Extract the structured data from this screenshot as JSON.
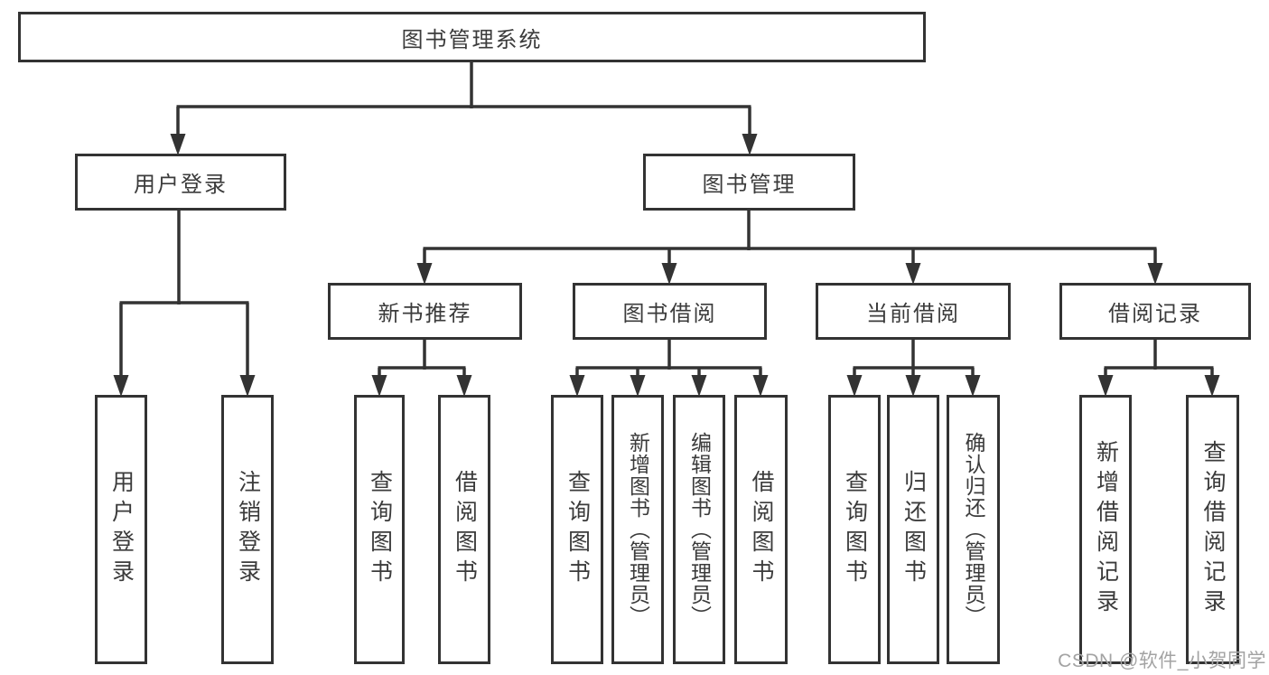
{
  "page": {
    "watermark": "CSDN @软件_小贺同学"
  },
  "colors": {
    "line": "#333333",
    "text": "#3b3b3b",
    "node_background": "#ffffff",
    "background": "#ffffff",
    "watermark": "#a3a3a3"
  },
  "diagram": {
    "type": "hierarchy-tree",
    "root": {
      "label": "图书管理系统",
      "children": [
        {
          "label": "用户登录",
          "children": [
            {
              "label": "用户登录"
            },
            {
              "label": "注销登录"
            }
          ]
        },
        {
          "label": "图书管理",
          "children": [
            {
              "label": "新书推荐",
              "children": [
                {
                  "label": "查询图书"
                },
                {
                  "label": "借阅图书"
                }
              ]
            },
            {
              "label": "图书借阅",
              "children": [
                {
                  "label": "查询图书"
                },
                {
                  "label": "新增图书（管理员）"
                },
                {
                  "label": "编辑图书（管理员）"
                },
                {
                  "label": "借阅图书"
                }
              ]
            },
            {
              "label": "当前借阅",
              "children": [
                {
                  "label": "查询图书"
                },
                {
                  "label": "归还图书"
                },
                {
                  "label": "确认归还（管理员）"
                }
              ]
            },
            {
              "label": "借阅记录",
              "children": [
                {
                  "label": "新增借阅记录"
                },
                {
                  "label": "查询借阅记录"
                }
              ]
            }
          ]
        }
      ]
    }
  }
}
